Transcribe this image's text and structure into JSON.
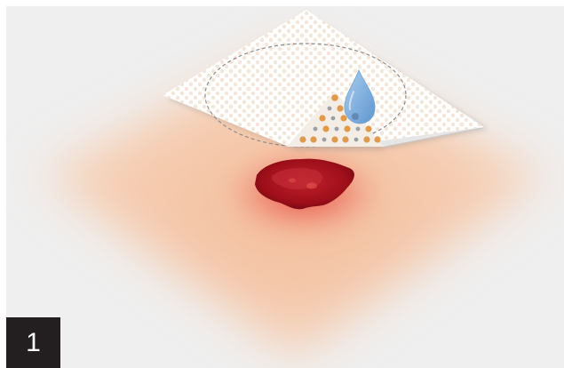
{
  "figure": {
    "step_number": "1",
    "skin_icon": "skin-area",
    "wound_icon": "open-wound",
    "dressing_icon": "absorbent-dressing",
    "droplet_icon": "water-drop-icon",
    "colors": {
      "background": "#efefef",
      "skin": "#f6c2a0",
      "wound": "#b3121f",
      "dressing": "#ffffff",
      "dots": "#e09a4c",
      "droplet": "#7fb2de",
      "badge": "#231f20"
    }
  }
}
